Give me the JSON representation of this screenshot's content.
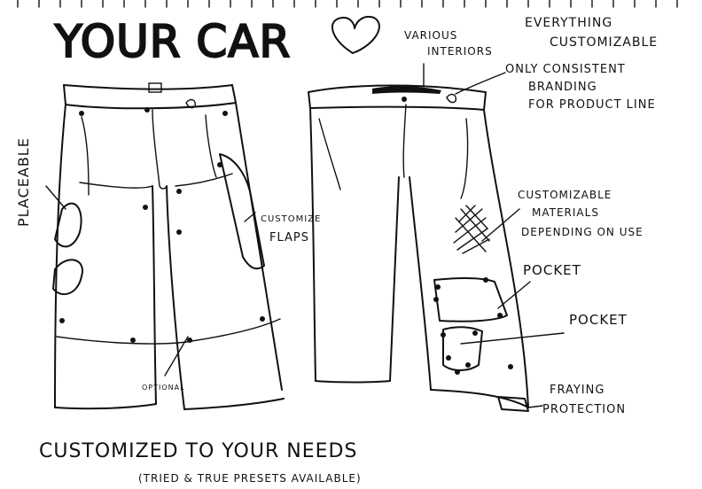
{
  "title": {
    "main": "YOUR CAR",
    "heart": "heart-outline"
  },
  "annotations": {
    "everything_line1": "EVERYTHING",
    "everything_line2": "CUSTOMIZABLE",
    "various_line1": "VARIOUS",
    "various_line2": "INTERIORS",
    "branding_line1": "ONLY CONSISTENT",
    "branding_line2": "BRANDING",
    "branding_line3": "FOR PRODUCT LINE",
    "placeable": "PLACEABLE",
    "flaps_line1": "CUSTOMIZE",
    "flaps_line2": "FLAPS",
    "materials_line1": "CUSTOMIZABLE",
    "materials_line2": "MATERIALS",
    "materials_line3": "DEPENDING ON USE",
    "pocket1": "POCKET",
    "pocket2": "POCKET",
    "optional": "OPTIONAL",
    "fraying_line1": "FRAYING",
    "fraying_line2": "PROTECTION"
  },
  "footer": {
    "headline": "CUSTOMIZED TO YOUR NEEDS",
    "subline": "(TRIED & TRUE PRESETS AVAILABLE)"
  }
}
